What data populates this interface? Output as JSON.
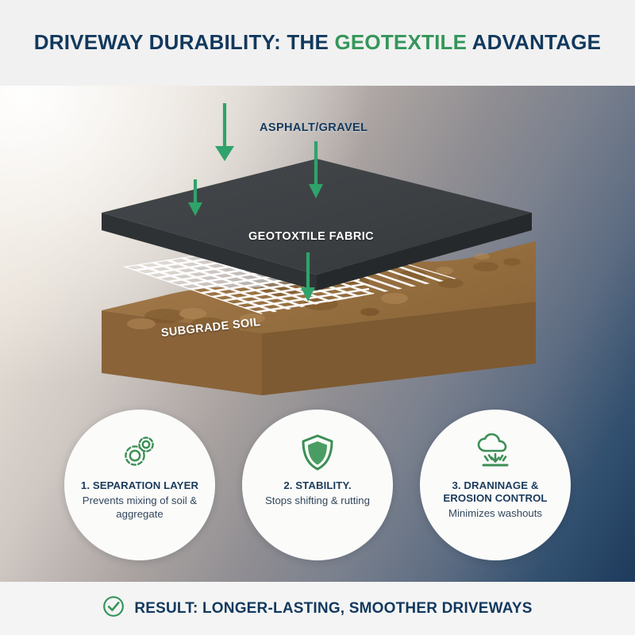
{
  "header": {
    "title_part1": "Driveway Durability: The ",
    "title_accent": "Geotextile",
    "title_part2": " Advantage",
    "accent_color": "#34965a",
    "navy_color": "#12395e"
  },
  "diagram": {
    "labels": {
      "asphalt": "ASPHALT/GRAVEL",
      "fabric": "GEOTOXTILE FABRIC",
      "soil": "SUBGRADE SOIL"
    },
    "arrow_color": "#2fa36a",
    "asphalt_color": "#3c4043",
    "asphalt_edge_color": "#2b2e31",
    "soil_top_color": "#9a7243",
    "soil_front_color": "#8a6338",
    "soil_side_color": "#6f4e2b",
    "mesh_color": "#ffffff",
    "arrows": [
      {
        "name": "load-arrow-left"
      },
      {
        "name": "load-arrow-center"
      },
      {
        "name": "load-arrow-right"
      }
    ]
  },
  "cards": [
    {
      "icon": "gears-icon",
      "title": "1. SEPARATION LAYER",
      "desc": "Prevents mixing of soil & aggregate"
    },
    {
      "icon": "shield-icon",
      "title": "2. STABILITY.",
      "desc": "Stops shifting & rutting"
    },
    {
      "icon": "rain-cloud-icon",
      "title": "3. DRANINAGE & EROSION CONTROL",
      "desc": "Minimizes washouts"
    }
  ],
  "footer": {
    "icon": "check-circle-icon",
    "text": "Result: Longer-Lasting, Smoother Driveways"
  }
}
